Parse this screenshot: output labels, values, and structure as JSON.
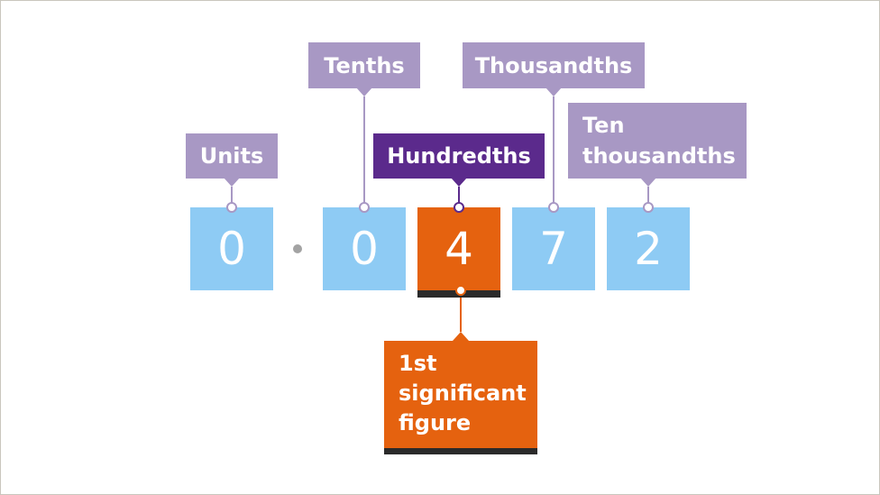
{
  "colors": {
    "place_label": "#a898c4",
    "highlight_label": "#5b2a8c",
    "digit_box": "#8ecbf4",
    "significant": "#e5620f"
  },
  "number": {
    "digits": [
      "0",
      "0",
      "4",
      "7",
      "2"
    ],
    "decimal_point": "·"
  },
  "labels": {
    "units": "Units",
    "tenths": "Tenths",
    "hundredths": "Hundredths",
    "thousandths": "Thousandths",
    "ten_thousandths_line1": "Ten",
    "ten_thousandths_line2": "thousandths"
  },
  "callout": {
    "line1": "1st",
    "line2": "significant",
    "line3": "figure"
  }
}
